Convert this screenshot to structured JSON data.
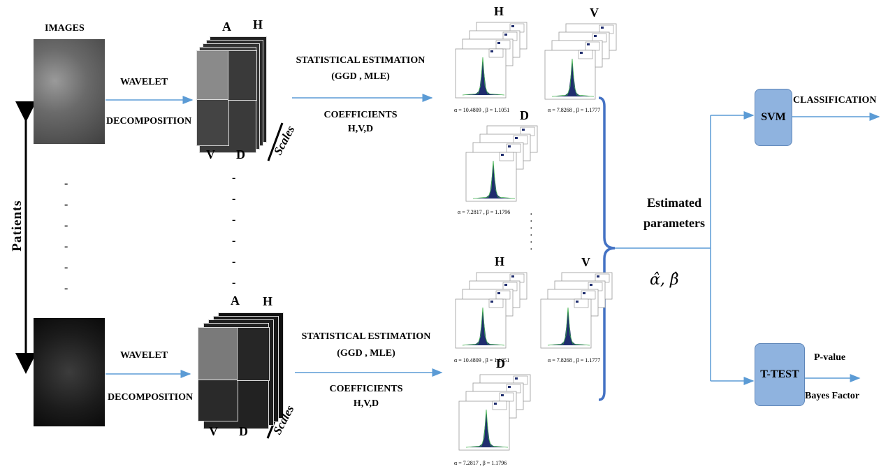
{
  "images_label": "IMAGES",
  "patients_label": "Patients",
  "row_top": {
    "wavelet": "WAVELET",
    "decomposition": "DECOMPOSITION",
    "stat_est": "STATISTICAL ESTIMATION",
    "ggd_mle": "(GGD , MLE)",
    "coefficients": "COEFFICIENTS",
    "hvd": "H,V,D"
  },
  "row_bottom": {
    "wavelet": "WAVELET",
    "decomposition": "DECOMPOSITION",
    "stat_est": "STATISTICAL ESTIMATION",
    "ggd_mle": "(GGD , MLE)",
    "coefficients": "COEFFICIENTS",
    "hvd": "H,V,D"
  },
  "subbands": {
    "a": "A",
    "h": "H",
    "v": "V",
    "d": "D"
  },
  "scales_label": "Scales",
  "hist_top": {
    "h_title": "H",
    "v_title": "V",
    "d_title": "D",
    "h_caption": "α = 10.4809 , β = 1.1051",
    "v_caption": "α = 7.8268 , β = 1.1777",
    "d_caption": "α = 7.2817 , β = 1.1796"
  },
  "hist_bottom": {
    "h_title": "H",
    "v_title": "V",
    "d_title": "D",
    "h_caption": "α = 10.4809 , β = 1.1051",
    "v_caption": "α = 7.8268 , β = 1.1777",
    "d_caption": "α = 7.2817 , β = 1.1796"
  },
  "estimated_parameters": "Estimated\nparameters",
  "alpha_beta": "α̂, β̂",
  "svm": {
    "label": "SVM",
    "output": "CLASSIFICATION"
  },
  "ttest": {
    "label": "T-TEST",
    "out1": "P-value",
    "out2": "Bayes Factor"
  },
  "colors": {
    "arrow": "#5b9bd5",
    "box": "#8fb3df",
    "brace": "#4472c4",
    "hist_fill": "#1f2d6e"
  }
}
